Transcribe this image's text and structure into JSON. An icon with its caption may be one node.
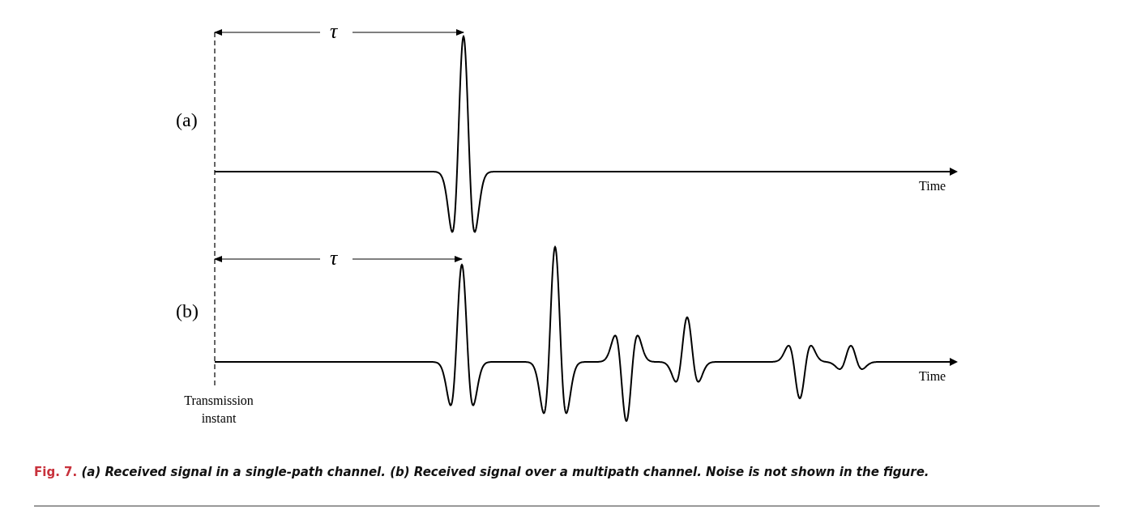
{
  "diagram": {
    "caption": "**Fig. 7.** (a) Received signal in a single-path channel. (b) Received signal over a multipath channel. Noise is not shown in the figure.",
    "labels": [
      "τ",
      "(a)",
      "Time",
      "τ",
      "(b)",
      "Time",
      "Transmission instant"
    ]
  }
}
